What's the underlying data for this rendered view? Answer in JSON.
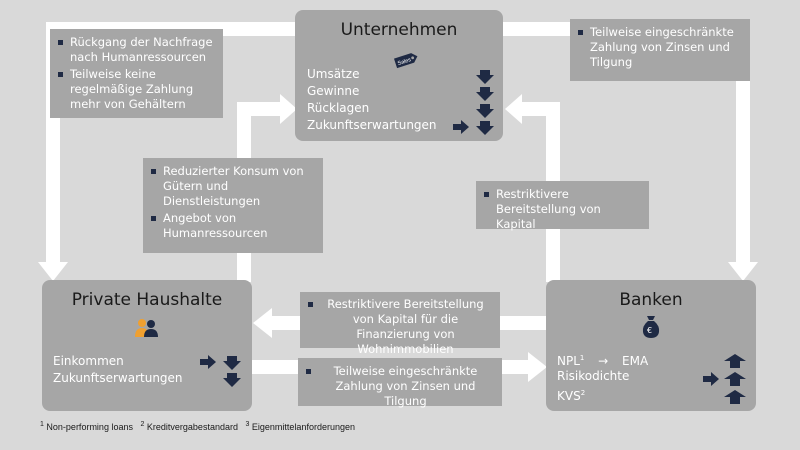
{
  "nodes": {
    "unternehmen": {
      "title": "Unternehmen",
      "tag_label": "Sales",
      "items": [
        "Umsätze",
        "Gewinne",
        "Rücklagen",
        "Zukunftserwartungen"
      ]
    },
    "haushalte": {
      "title": "Private Haushalte",
      "items": [
        "Einkommen",
        "Zukunftserwartungen"
      ]
    },
    "banken": {
      "title": "Banken",
      "npl": "NPL",
      "npl_sup": "1",
      "ema": "EMA",
      "items": [
        "Risikodichte",
        "KVS"
      ],
      "kvs_sup": "2"
    }
  },
  "callouts": {
    "top_left": [
      "Rückgang der Nachfrage nach Humanressourcen",
      "Teilweise keine regelmäßige Zahlung mehr von Gehältern"
    ],
    "top_right": [
      "Teilweise eingeschränkte Zahlung von Zinsen und Tilgung"
    ],
    "mid_left": [
      "Reduzierter Konsum von Gütern und Dienstleistungen",
      "Angebot von Humanressourcen"
    ],
    "mid_right": [
      "Restriktivere Bereitstellung von Kapital"
    ],
    "bottom_upper": "Restriktivere Bereitstellung von Kapital für die Finanzierung von Wohnimmobilien",
    "bottom_lower": "Teilweise eingeschränkte Zahlung von Zinsen und Tilgung"
  },
  "footnotes": {
    "n1": "1",
    "t1": "Non-performing loans",
    "n2": "2",
    "t2": "Kreditvergabestandard",
    "n3": "3",
    "t3": "Eigenmittelanforderungen"
  },
  "colors": {
    "background": "#d9d9d9",
    "box": "#a6a6a6",
    "indicator": "#1f2a44",
    "connector": "#ffffff"
  }
}
